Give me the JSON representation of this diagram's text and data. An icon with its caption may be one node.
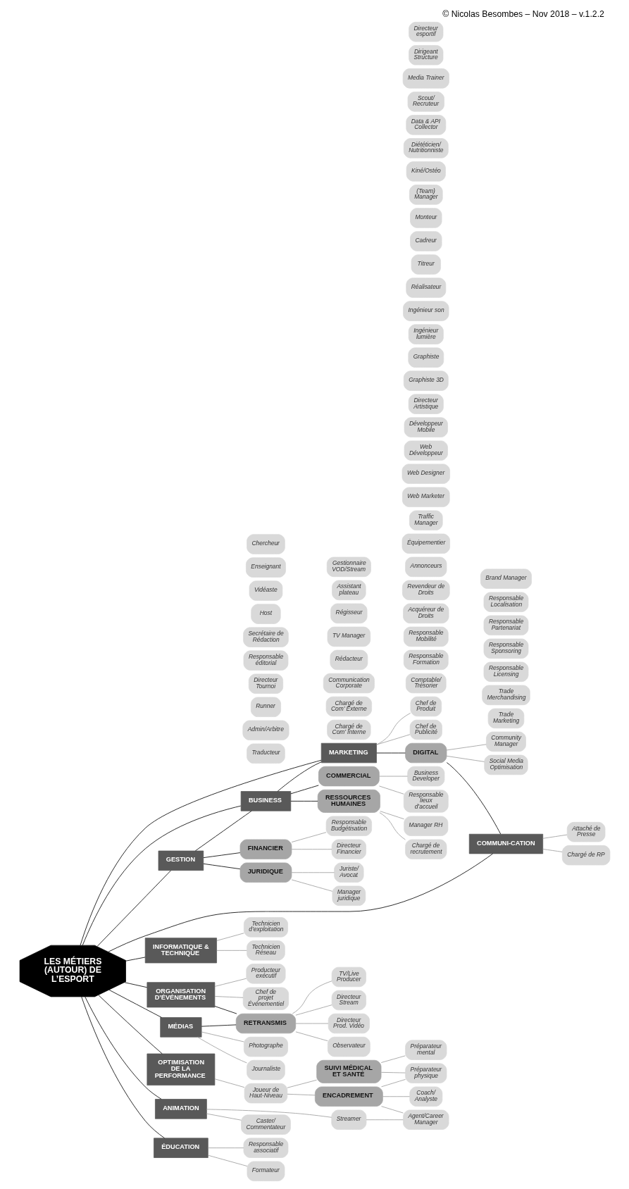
{
  "diagram": {
    "caption": "© Nicolas Besombes – Nov 2018 – v.1.2.2",
    "nodes": [
      {
        "text": [
          "LES MÉTIERS (AUTOUR) DE L’ESPORT"
        ]
      },
      {
        "text": [
          "GESTION"
        ]
      },
      {
        "text": [
          "BUSINESS"
        ]
      },
      {
        "text": [
          "MARKETING"
        ]
      },
      {
        "text": [
          "JURIDIQUE"
        ]
      },
      {
        "text": [
          "FINANCIER"
        ]
      },
      {
        "text": [
          "RESSOURCES HUMAINES"
        ]
      },
      {
        "text": [
          "COMMERCIAL"
        ]
      },
      {
        "text": [
          "Manager juridique"
        ]
      },
      {
        "text": [
          "Juriste/ Avocat"
        ]
      },
      {
        "text": [
          "Directeur Financier"
        ]
      },
      {
        "text": [
          "Responsable Budgétisation"
        ]
      },
      {
        "text": [
          "Comptable/ Trésorier"
        ]
      },
      {
        "text": [
          "Manager RH"
        ]
      },
      {
        "text": [
          "Chargé de recrutement"
        ]
      },
      {
        "text": [
          "Responsable Formation"
        ]
      },
      {
        "text": [
          "Responsable Mobilité"
        ]
      },
      {
        "text": [
          "Business Developer"
        ]
      },
      {
        "text": [
          "Responsable lieux d’accueil"
        ]
      },
      {
        "text": [
          "Acquéreur de Droits"
        ]
      },
      {
        "text": [
          "Revendeur de Droits"
        ]
      },
      {
        "text": [
          "Annonceurs"
        ]
      },
      {
        "text": [
          "Équipementier"
        ]
      },
      {
        "text": [
          "Chef de Produit"
        ]
      },
      {
        "text": [
          "Chef de Publicité"
        ]
      },
      {
        "text": [
          "Trade Marketing"
        ]
      },
      {
        "text": [
          "Trade Merchandising"
        ]
      },
      {
        "text": [
          "Responsable Licensing"
        ]
      },
      {
        "text": [
          "Responsable Sponsoring"
        ]
      },
      {
        "text": [
          "Responsable Partenariat"
        ]
      },
      {
        "text": [
          "Responsable Localisation"
        ]
      },
      {
        "text": [
          "Brand Manager"
        ]
      },
      {
        "text": [
          "DIGITAL"
        ]
      },
      {
        "text": [
          "Social Media Optimisation"
        ]
      },
      {
        "text": [
          "Community Manager"
        ]
      },
      {
        "text": [
          "Traffic Manager"
        ]
      },
      {
        "text": [
          "Web Marketer"
        ]
      },
      {
        "text": [
          "Web Designer"
        ]
      },
      {
        "text": [
          "Web Développeur"
        ]
      },
      {
        "text": [
          "Développeur Mobile"
        ]
      },
      {
        "text": [
          "Directeur Artistique"
        ]
      },
      {
        "text": [
          "Graphiste 3D"
        ]
      },
      {
        "text": [
          "Graphiste"
        ]
      },
      {
        "text": [
          "COMMUNI-CATION"
        ]
      },
      {
        "text": [
          "Attaché de Presse"
        ]
      },
      {
        "text": [
          "Chargé de RP"
        ]
      },
      {
        "text": [
          "Chargé de Com’ Interne"
        ]
      },
      {
        "text": [
          "Chargé de Com’ Externe"
        ]
      },
      {
        "text": [
          "Communication Corporate"
        ]
      },
      {
        "text": [
          "Rédacteur"
        ]
      },
      {
        "text": [
          "INFORMATIQUE & TECHNIQUE"
        ]
      },
      {
        "text": [
          "Technicien Réseau"
        ]
      },
      {
        "text": [
          "Technicien d’exploitation"
        ]
      },
      {
        "text": [
          "Ingénieur lumière"
        ]
      },
      {
        "text": [
          "Ingénieur son"
        ]
      },
      {
        "text": [
          "Réalisateur"
        ]
      },
      {
        "text": [
          "Titreur"
        ]
      },
      {
        "text": [
          "Cadreur"
        ]
      },
      {
        "text": [
          "Monteur"
        ]
      },
      {
        "text": [
          "ORGANISATION D’ÉVÉNEMENTS"
        ]
      },
      {
        "text": [
          "Chef de projet Événementiel"
        ]
      },
      {
        "text": [
          "Producteur exécutif"
        ]
      },
      {
        "text": [
          "Observateur"
        ]
      },
      {
        "text": [
          "Traducteur"
        ]
      },
      {
        "text": [
          "Admin/Arbitre"
        ]
      },
      {
        "text": [
          "Runner"
        ]
      },
      {
        "text": [
          "Directeur Tournoi"
        ]
      },
      {
        "text": [
          "MÉDIAS"
        ]
      },
      {
        "text": [
          "Journaliste"
        ]
      },
      {
        "text": [
          "Photographe"
        ]
      },
      {
        "text": [
          "Responsable éditorial"
        ]
      },
      {
        "text": [
          "Secrétaire de Rédaction"
        ]
      },
      {
        "text": [
          "RETRANSMIS"
        ]
      },
      {
        "text": [
          "TV/Live Producer"
        ]
      },
      {
        "text": [
          "Directeur Stream"
        ]
      },
      {
        "text": [
          "Directeur Prod. Vidéo"
        ]
      },
      {
        "text": [
          "TV Manager"
        ]
      },
      {
        "text": [
          "Régisseur"
        ]
      },
      {
        "text": [
          "Assistant plateau"
        ]
      },
      {
        "text": [
          "Gestionnaire VOD/Stream"
        ]
      },
      {
        "text": [
          "OPTIMISATION DE LA PERFORMANCE"
        ]
      },
      {
        "text": [
          "Joueur de Haut-Niveau"
        ]
      },
      {
        "text": [
          "ENCADREMENT"
        ]
      },
      {
        "text": [
          "SUIVI MÉDICAL ET SANTÉ"
        ]
      },
      {
        "text": [
          "Agent/Career Manager"
        ]
      },
      {
        "text": [
          "Coach/ Analyste"
        ]
      },
      {
        "text": [
          "(Team) Manager"
        ]
      },
      {
        "text": [
          "Préparateur physique"
        ]
      },
      {
        "text": [
          "Préparateur mental"
        ]
      },
      {
        "text": [
          "Kiné/Ostéo"
        ]
      },
      {
        "text": [
          "Diététicien/ Nutritionniste"
        ]
      },
      {
        "text": [
          "Data & API Collector"
        ]
      },
      {
        "text": [
          "Scout/ Recruteur"
        ]
      },
      {
        "text": [
          "Media Trainer"
        ]
      },
      {
        "text": [
          "Dirigeant Structure"
        ]
      },
      {
        "text": [
          "Directeur esportif"
        ]
      },
      {
        "text": [
          "ANIMATION"
        ]
      },
      {
        "text": [
          "Caster/ Commentateur"
        ]
      },
      {
        "text": [
          "Streamer"
        ]
      },
      {
        "text": [
          "Host"
        ]
      },
      {
        "text": [
          "Vidéaste"
        ]
      },
      {
        "text": [
          "ÉDUCATION"
        ]
      },
      {
        "text": [
          "Formateur"
        ]
      },
      {
        "text": [
          "Responsable associatif"
        ]
      },
      {
        "text": [
          "Enseignant"
        ]
      },
      {
        "text": [
          "Chercheur"
        ]
      }
    ],
    "edges": [
      {
        "from": 0,
        "to": 1,
        "arrow": "none",
        "color": "#1a1a1a"
      },
      {
        "from": 0,
        "to": 2,
        "arrow": "none",
        "color": "#1a1a1a"
      },
      {
        "from": 0,
        "to": 3,
        "arrow": "none",
        "color": "#1a1a1a"
      },
      {
        "from": 0,
        "to": 101,
        "arrow": "none",
        "color": "#1a1a1a"
      },
      {
        "from": 0,
        "to": 96,
        "arrow": "none",
        "color": "#1a1a1a"
      },
      {
        "from": 0,
        "to": 43,
        "arrow": "none",
        "color": "#1a1a1a"
      },
      {
        "from": 0,
        "to": 50,
        "arrow": "none",
        "color": "#1a1a1a"
      },
      {
        "from": 0,
        "to": 80,
        "arrow": "none",
        "color": "#1a1a1a"
      },
      {
        "from": 0,
        "to": 67,
        "arrow": "none",
        "color": "#1a1a1a"
      },
      {
        "from": 0,
        "to": 59,
        "arrow": "none",
        "color": "#1a1a1a"
      },
      {
        "from": 1,
        "to": 2,
        "arrow": "none",
        "color": "#1a1a1a"
      },
      {
        "from": 2,
        "to": 3,
        "arrow": "none",
        "color": "#1a1a1a"
      },
      {
        "from": 1,
        "to": 4,
        "arrow": "none",
        "color": "#1a1a1a"
      },
      {
        "from": 1,
        "to": 5,
        "arrow": "none",
        "color": "#1a1a1a"
      },
      {
        "from": 2,
        "to": 6,
        "arrow": "none",
        "color": "#1a1a1a"
      },
      {
        "from": 2,
        "to": 7,
        "arrow": "none",
        "color": "#1a1a1a"
      },
      {
        "from": 4,
        "to": 8,
        "arrow": "none"
      },
      {
        "from": 4,
        "to": 9,
        "arrow": "none"
      },
      {
        "from": 5,
        "to": 10,
        "arrow": "none"
      },
      {
        "from": 5,
        "to": 11,
        "arrow": "none"
      },
      {
        "from": 6,
        "to": 13,
        "arrow": "none"
      },
      {
        "from": 6,
        "to": 14,
        "arrow": "none"
      },
      {
        "from": 7,
        "to": 17,
        "arrow": "none"
      },
      {
        "from": 7,
        "to": 18,
        "arrow": "none"
      },
      {
        "from": 3,
        "to": 23,
        "arrow": "none"
      },
      {
        "from": 3,
        "to": 24,
        "arrow": "none"
      },
      {
        "from": 3,
        "to": 32,
        "arrow": "none",
        "color": "#1a1a1a"
      },
      {
        "from": 32,
        "to": 34,
        "arrow": "none"
      },
      {
        "from": 32,
        "to": 33,
        "arrow": "none"
      },
      {
        "from": 32,
        "to": 43,
        "arrow": "none",
        "color": "#1a1a1a"
      },
      {
        "from": 43,
        "to": 44,
        "arrow": "none"
      },
      {
        "from": 43,
        "to": 45,
        "arrow": "none"
      },
      {
        "from": 50,
        "to": 52,
        "arrow": "none"
      },
      {
        "from": 50,
        "to": 51,
        "arrow": "none"
      },
      {
        "from": 59,
        "to": 60,
        "arrow": "none"
      },
      {
        "from": 59,
        "to": 61,
        "arrow": "none"
      },
      {
        "from": 59,
        "to": 72,
        "arrow": "none",
        "color": "#1a1a1a"
      },
      {
        "from": 67,
        "to": 68,
        "arrow": "none"
      },
      {
        "from": 67,
        "to": 69,
        "arrow": "none"
      },
      {
        "from": 67,
        "to": 72,
        "arrow": "none",
        "color": "#1a1a1a"
      },
      {
        "from": 72,
        "to": 73,
        "arrow": "none"
      },
      {
        "from": 72,
        "to": 74,
        "arrow": "none"
      },
      {
        "from": 72,
        "to": 75,
        "arrow": "none"
      },
      {
        "from": 72,
        "to": 62,
        "arrow": "none"
      },
      {
        "from": 80,
        "to": 81,
        "arrow": "none"
      },
      {
        "from": 81,
        "to": 82,
        "arrow": "none"
      },
      {
        "from": 81,
        "to": 83,
        "arrow": "none"
      },
      {
        "from": 82,
        "to": 84,
        "arrow": "none"
      },
      {
        "from": 82,
        "to": 85,
        "arrow": "none"
      },
      {
        "from": 82,
        "to": 87,
        "arrow": "none"
      },
      {
        "from": 83,
        "to": 87,
        "arrow": "none"
      },
      {
        "from": 83,
        "to": 88,
        "arrow": "none"
      },
      {
        "from": 98,
        "to": 84,
        "arrow": "none"
      },
      {
        "from": 96,
        "to": 97,
        "arrow": "none"
      },
      {
        "from": 96,
        "to": 98,
        "arrow": "none"
      },
      {
        "from": 101,
        "to": 102,
        "arrow": "none"
      },
      {
        "from": 101,
        "to": 103,
        "arrow": "none"
      }
    ]
  }
}
